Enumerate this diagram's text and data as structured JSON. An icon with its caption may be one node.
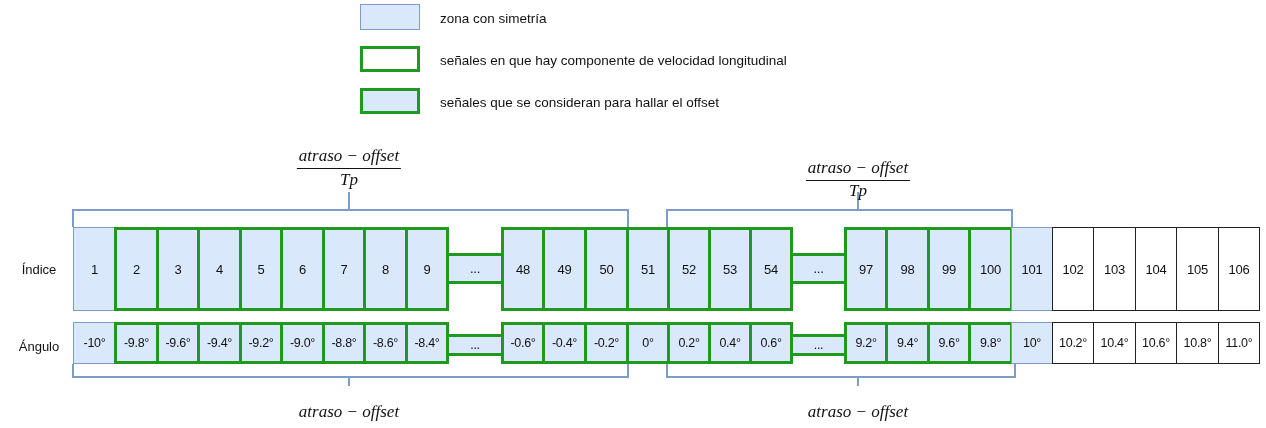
{
  "diagram": {
    "nodes": [
      {
        "text": [
          "1"
        ]
      },
      {
        "text": [
          "2"
        ]
      },
      {
        "text": [
          "3"
        ]
      },
      {
        "text": [
          "4"
        ]
      },
      {
        "text": [
          "5"
        ]
      },
      {
        "text": [
          "6"
        ]
      },
      {
        "text": [
          "7"
        ]
      },
      {
        "text": [
          "8"
        ]
      },
      {
        "text": [
          "9"
        ]
      },
      {
        "text": [
          "..."
        ]
      },
      {
        "text": [
          "48"
        ]
      },
      {
        "text": [
          "49"
        ]
      },
      {
        "text": [
          "50"
        ]
      },
      {
        "text": [
          "51"
        ]
      },
      {
        "text": [
          "52"
        ]
      },
      {
        "text": [
          "53"
        ]
      },
      {
        "text": [
          "54"
        ]
      },
      {
        "text": [
          "..."
        ]
      },
      {
        "text": [
          "97"
        ]
      },
      {
        "text": [
          "98"
        ]
      },
      {
        "text": [
          "99"
        ]
      },
      {
        "text": [
          "100"
        ]
      },
      {
        "text": [
          "101"
        ]
      },
      {
        "text": [
          "102"
        ]
      },
      {
        "text": [
          "103"
        ]
      },
      {
        "text": [
          "104"
        ]
      },
      {
        "text": [
          "105"
        ]
      },
      {
        "text": [
          "106"
        ]
      },
      {
        "text": [
          "-10°"
        ]
      },
      {
        "text": [
          "-9.8°"
        ]
      },
      {
        "text": [
          "-9.6°"
        ]
      },
      {
        "text": [
          "-9.4°"
        ]
      },
      {
        "text": [
          "-9.2°"
        ]
      },
      {
        "text": [
          "-9.0°"
        ]
      },
      {
        "text": [
          "-8.8°"
        ]
      },
      {
        "text": [
          "-8.6°"
        ]
      },
      {
        "text": [
          "-8.4°"
        ]
      },
      {
        "text": [
          "..."
        ]
      },
      {
        "text": [
          "-0.6°"
        ]
      },
      {
        "text": [
          "-0.4°"
        ]
      },
      {
        "text": [
          "-0.2°"
        ]
      },
      {
        "text": [
          "0°"
        ]
      },
      {
        "text": [
          "0.2°"
        ]
      },
      {
        "text": [
          "0.4°"
        ]
      },
      {
        "text": [
          "0.6°"
        ]
      },
      {
        "text": [
          "..."
        ]
      },
      {
        "text": [
          "9.2°"
        ]
      },
      {
        "text": [
          "9.4°"
        ]
      },
      {
        "text": [
          "9.6°"
        ]
      },
      {
        "text": [
          "9.8°"
        ]
      },
      {
        "text": [
          "10°"
        ]
      },
      {
        "text": [
          "10.2°"
        ]
      },
      {
        "text": [
          "10.4°"
        ]
      },
      {
        "text": [
          "10.6°"
        ]
      },
      {
        "text": [
          "10.8°"
        ]
      },
      {
        "text": [
          "11.0°"
        ]
      }
    ],
    "labels": [
      "atraso − offset",
      "Tp",
      "atraso − offset",
      "Tp",
      "Índice",
      "Ángulo",
      "atraso − offset",
      "atraso − offset"
    ],
    "legend": [
      {
        "text": "zona con simetría",
        "color": "#dae8fc"
      },
      {
        "text": "señales en que hay componente de velocidad longitudinal"
      },
      {
        "text": "señales que se consideran para hallar el offset"
      }
    ]
  }
}
